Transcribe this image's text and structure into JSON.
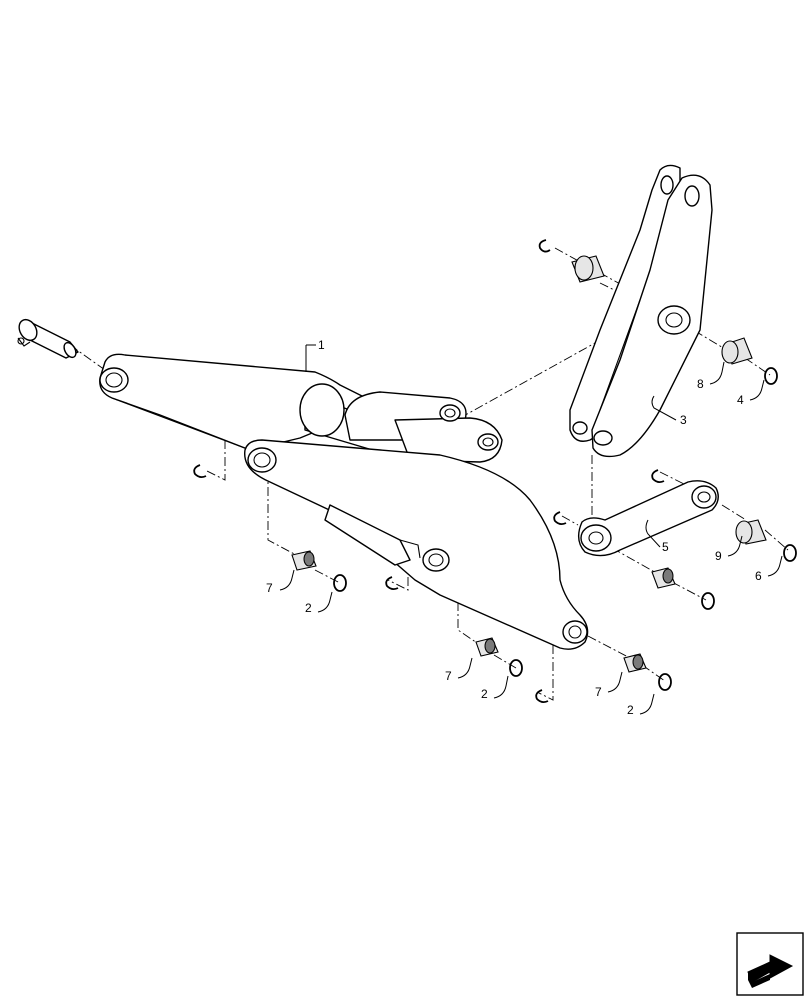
{
  "callouts": [
    {
      "id": "c1",
      "text": "1"
    },
    {
      "id": "c2a",
      "text": "2"
    },
    {
      "id": "c2b",
      "text": "2"
    },
    {
      "id": "c2c",
      "text": "2"
    },
    {
      "id": "c3",
      "text": "3"
    },
    {
      "id": "c4",
      "text": "4"
    },
    {
      "id": "c5",
      "text": "5"
    },
    {
      "id": "c6",
      "text": "6"
    },
    {
      "id": "c7a",
      "text": "7"
    },
    {
      "id": "c7b",
      "text": "7"
    },
    {
      "id": "c7c",
      "text": "7"
    },
    {
      "id": "c8",
      "text": "8"
    },
    {
      "id": "c9",
      "text": "9"
    }
  ],
  "icons": {
    "nav_icon": "next-page-arrow-icon"
  }
}
